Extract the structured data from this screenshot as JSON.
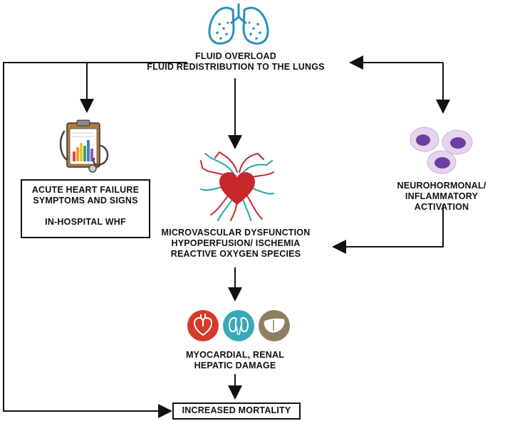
{
  "nodes": {
    "fluid_overload": {
      "line1": "FLUID OVERLOAD",
      "line2": "FLUID REDISTRIBUTION TO THE LUNGS"
    },
    "ahf": {
      "line1": "ACUTE HEART FAILURE",
      "line2": "SYMPTOMS AND SIGNS",
      "line3": "IN-HOSPITAL WHF"
    },
    "microvascular": {
      "line1": "MICROVASCULAR DYSFUNCTION",
      "line2": "HYPOPERFUSION/ ISCHEMIA",
      "line3": "REACTIVE OXYGEN SPECIES"
    },
    "neurohormonal": {
      "line1": "NEUROHORMONAL/",
      "line2": "INFLAMMATORY ACTIVATION"
    },
    "organ_damage": {
      "line1": "MYOCARDIAL, RENAL",
      "line2": "HEPATIC DAMAGE"
    },
    "mortality": {
      "label": "INCREASED MORTALITY"
    }
  },
  "icons": [
    "lungs-icon",
    "clipboard-stethoscope-icon",
    "heart-vessels-icon",
    "inflammatory-cells-icon",
    "heart-organ-icon",
    "kidney-organ-icon",
    "liver-organ-icon"
  ],
  "colors": {
    "lungs": "#2a8fb8",
    "heart": "#c7282d",
    "vessels": "#2aa0b0",
    "cells": "#6a3fa0",
    "cell_outer": "#e6d4ee",
    "organ_heart_bg": "#d43b2a",
    "organ_kidney_bg": "#3aa8b8",
    "organ_liver_bg": "#8c8060",
    "line": "#111111"
  }
}
